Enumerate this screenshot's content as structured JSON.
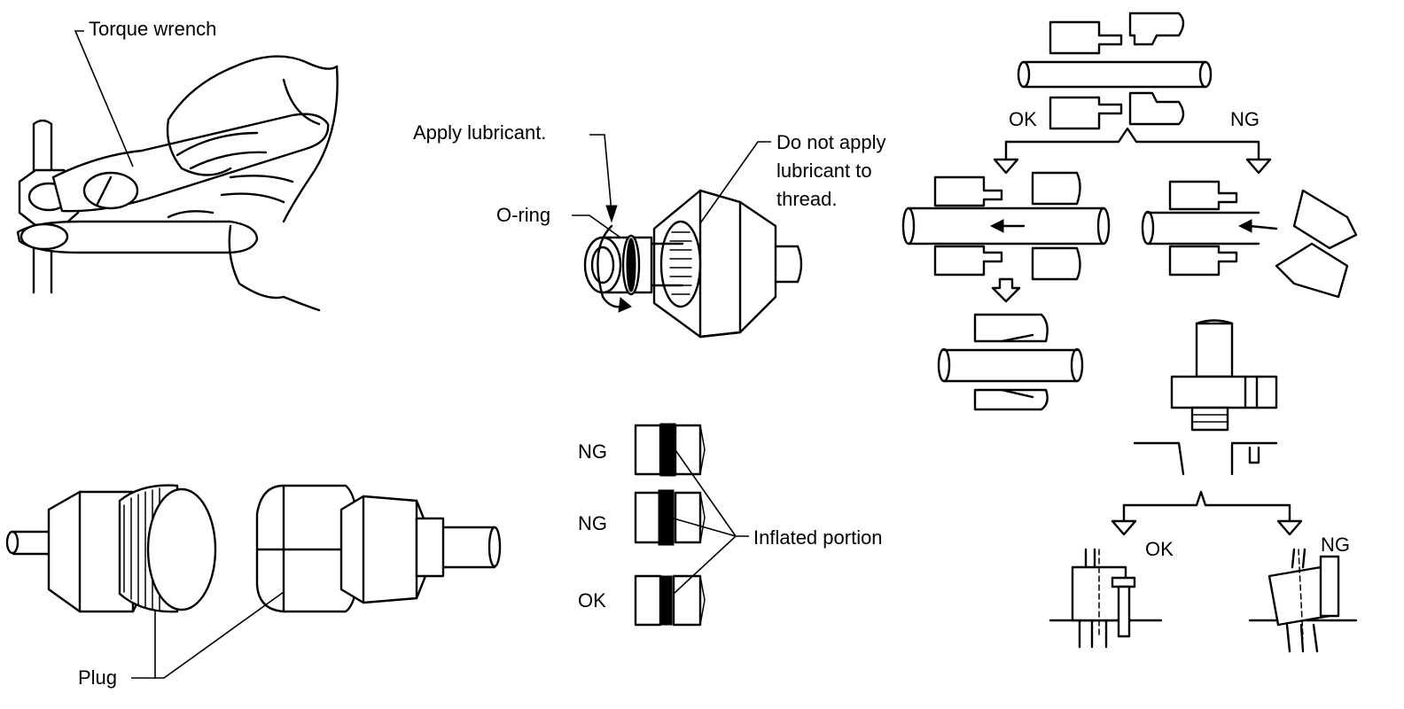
{
  "panels": {
    "torque_wrench": {
      "label": "Torque wrench"
    },
    "lubricant": {
      "apply_label": "Apply lubricant.",
      "oring_label": "O-ring",
      "no_thread_line1": "Do not apply",
      "no_thread_line2": "lubricant to",
      "no_thread_line3": "thread."
    },
    "plug": {
      "label": "Plug"
    },
    "oring_inspection": {
      "rows": [
        "NG",
        "NG",
        "OK"
      ],
      "inflated_label": "Inflated portion"
    },
    "connection": {
      "ok_label": "OK",
      "ng_label": "NG",
      "ok2_label": "OK",
      "ng2_label": "NG"
    }
  }
}
